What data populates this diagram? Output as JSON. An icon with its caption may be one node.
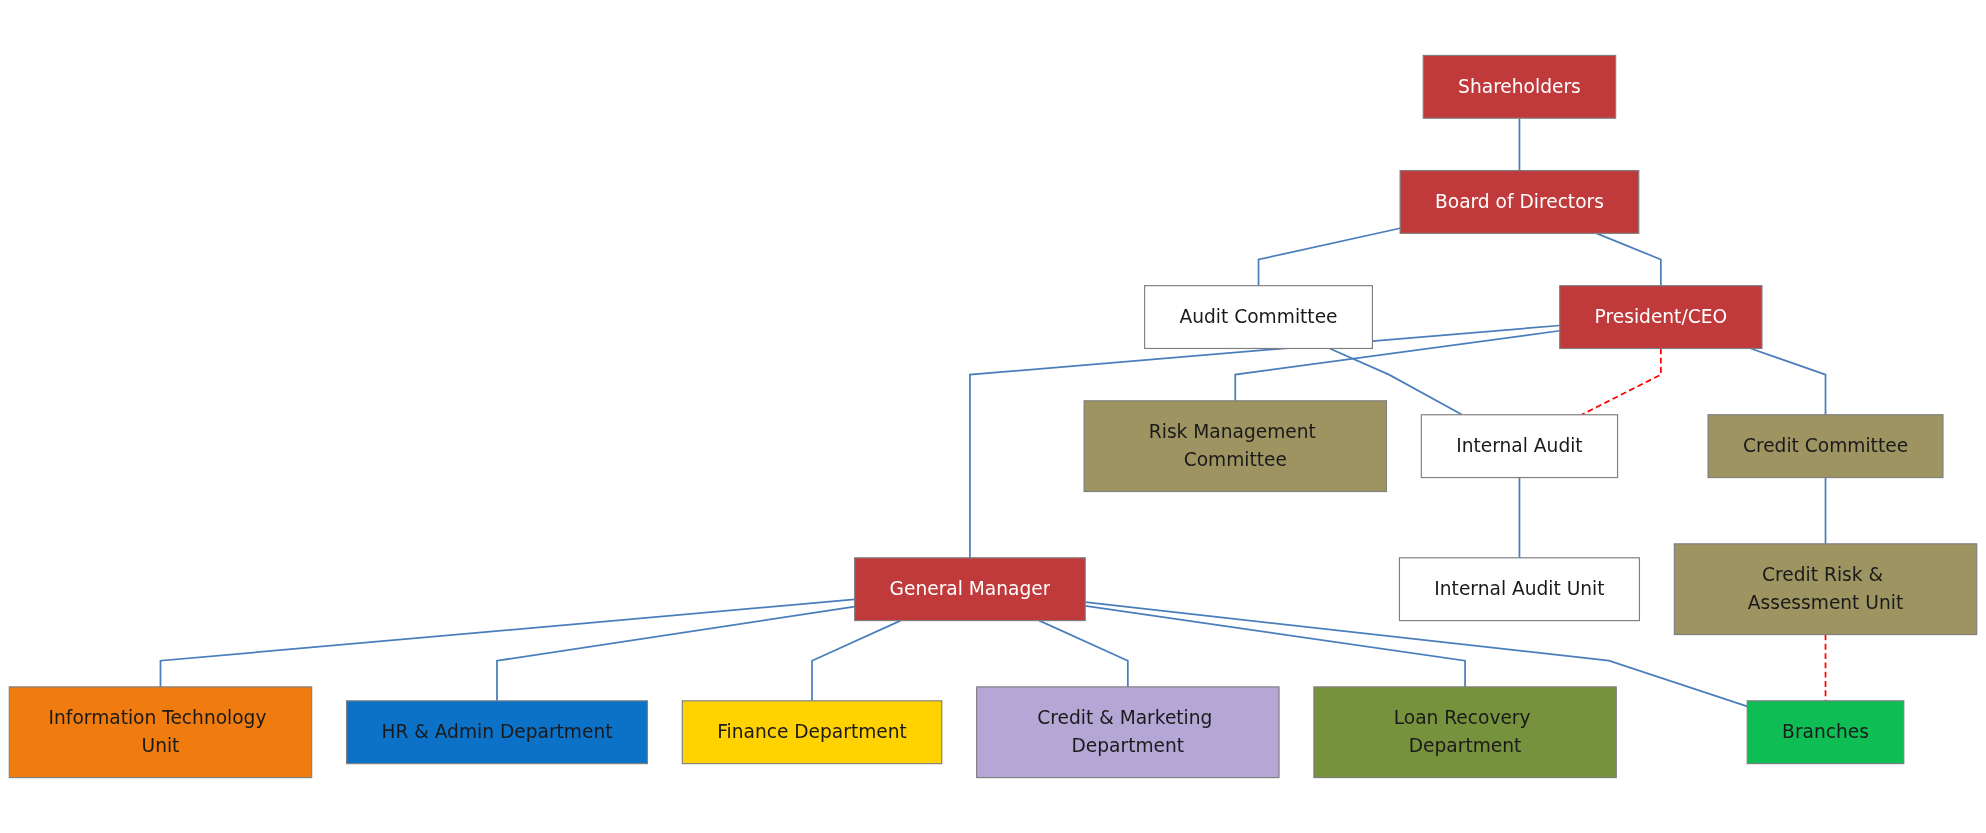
{
  "diagram": {
    "nodes": [
      {
        "text": [
          "Shareholders"
        ]
      },
      {
        "text": [
          "Board of Directors"
        ]
      },
      {
        "text": [
          "Audit Committee"
        ]
      },
      {
        "text": [
          "President/CEO"
        ]
      },
      {
        "text": [
          "Internal Audit"
        ]
      },
      {
        "text": [
          "General Manager"
        ]
      },
      {
        "text": [
          "Risk Management Committee"
        ]
      },
      {
        "text": [
          "Credit Committee"
        ]
      },
      {
        "text": [
          "Internal Audit Unit"
        ]
      },
      {
        "text": [
          "Information Technology Unit"
        ]
      },
      {
        "text": [
          "HR & Admin Department"
        ]
      },
      {
        "text": [
          "Finance Department"
        ]
      },
      {
        "text": [
          "Credit & Marketing Department"
        ]
      },
      {
        "text": [
          "Loan Recovery Department"
        ]
      },
      {
        "text": [
          "Credit Risk & Assessment Unit"
        ]
      },
      {
        "text": [
          "Branches"
        ]
      }
    ],
    "edges": [
      {
        "from": 0,
        "to": 1,
        "arrow": "none"
      },
      {
        "from": 1,
        "to": 3,
        "arrow": "none"
      },
      {
        "from": 1,
        "to": 2,
        "arrow": "none"
      },
      {
        "from": 2,
        "to": 4,
        "arrow": "none"
      },
      {
        "from": 4,
        "to": 8,
        "arrow": "none"
      },
      {
        "from": 3,
        "to": 4,
        "arrow": "none",
        "style": "dashed",
        "color": "#ff0000"
      },
      {
        "from": 3,
        "to": 5,
        "arrow": "none"
      },
      {
        "from": 3,
        "to": 6,
        "arrow": "none"
      },
      {
        "from": 3,
        "to": 7,
        "arrow": "none"
      },
      {
        "from": 5,
        "to": 9,
        "arrow": "none"
      },
      {
        "from": 5,
        "to": 10,
        "arrow": "none"
      },
      {
        "from": 5,
        "to": 11,
        "arrow": "none"
      },
      {
        "from": 5,
        "to": 12,
        "arrow": "none"
      },
      {
        "from": 5,
        "to": 13,
        "arrow": "none"
      },
      {
        "from": 5,
        "to": 15,
        "arrow": "none"
      },
      {
        "from": 7,
        "to": 14,
        "arrow": "none"
      },
      {
        "from": 14,
        "to": 15,
        "arrow": "none",
        "style": "dashed",
        "color": "#ff0000"
      }
    ]
  }
}
